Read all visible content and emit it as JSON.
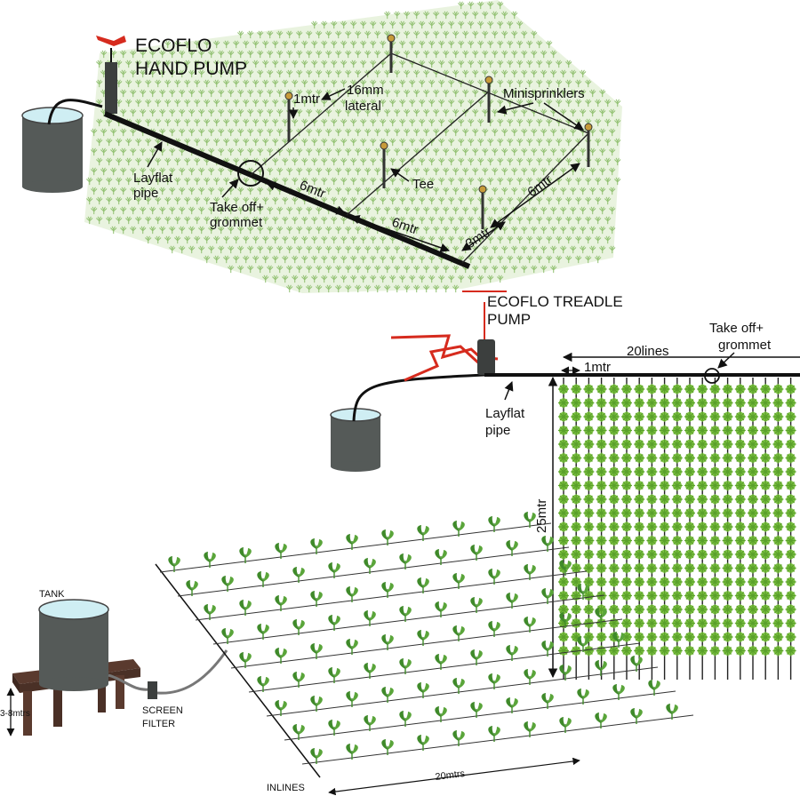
{
  "hand_pump_system": {
    "pump_label_line1": "ECOFLO",
    "pump_label_line2": "HAND PUMP",
    "layflat_line1": "Layflat",
    "layflat_line2": "pipe",
    "takeoff_line1": "Take off+",
    "takeoff_line2": "grommet",
    "spacing_1mtr": "1mtr",
    "lateral_line1": "16mm",
    "lateral_line2": "lateral",
    "minisprinklers": "Minisprinklers",
    "tee": "Tee",
    "spacing_6mtr_a": "6mtr",
    "spacing_6mtr_b": "6mtr",
    "spacing_6mtr_c": "6mtr",
    "spacing_3mtr": "3mtr"
  },
  "treadle_pump_system": {
    "pump_label_line1": "ECOFLO TREADLE",
    "pump_label_line2": "PUMP",
    "layflat_line1": "Layflat",
    "layflat_line2": "pipe",
    "lines_label": "20lines",
    "spacing_1mtr": "1mtr",
    "takeoff_line1": "Take off+",
    "takeoff_line2": "grommet",
    "length_label": "25mtr"
  },
  "drip_system": {
    "tank_label": "TANK",
    "height_label": "3-8mtrs",
    "filter_line1": "SCREEN",
    "filter_line2": "FILTER",
    "inlines_label": "INLINES",
    "length_label": "20mtrs"
  },
  "colors": {
    "pipe": "#111111",
    "pump_accent": "#d62b1e",
    "tank": "#555a58",
    "water": "#cfeef3",
    "plant_light": "#a9cf8a",
    "plant_bright": "#7dc142",
    "table_wood": "#5a3a2e"
  }
}
